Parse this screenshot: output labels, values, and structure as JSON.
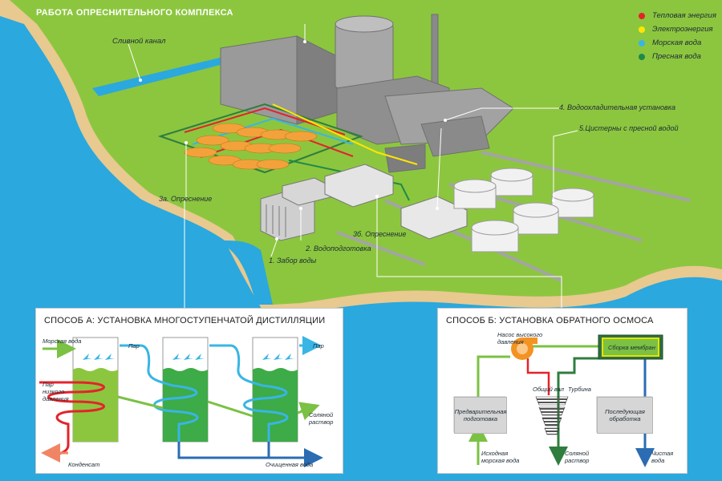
{
  "title": "РАБОТА ОПРЕСНИТЕЛЬНОГО КОМПЛЕКСА",
  "legend": [
    {
      "label": "Тепловая энергия",
      "color": "#e4232a"
    },
    {
      "label": "Электроэнергия",
      "color": "#ffe600"
    },
    {
      "label": "Морская вода",
      "color": "#39b5e5"
    },
    {
      "label": "Пресная вода",
      "color": "#1f8a47"
    }
  ],
  "colors": {
    "sea": "#2ba8de",
    "land": "#8cc63f",
    "sand": "#e8c98f",
    "building": "#9a9a9a",
    "distillation_green": "#3dab47",
    "membrane_frame": "#e8e100"
  },
  "callouts": {
    "drain_channel": "Сливной канал",
    "cooling_unit": "4. Водоохладительная установка",
    "fresh_water_tanks": "5.Цистерны с пресной водой",
    "desalination_a": "3а. Опреснение",
    "desalination_b": "3б. Опреснение",
    "water_preparation": "2. Водоподготовка",
    "water_intake": "1. Забор воды"
  },
  "method_a": {
    "title": "СПОСОБ А: УСТАНОВКА МНОГОСТУПЕНЧАТОЙ ДИСТИЛЛЯЦИИ",
    "sea_water": "Морская вода",
    "steam_in": "Пар низкого давления",
    "steam_1": "Пар",
    "steam_2": "Пар",
    "brine": "Соляной раствор",
    "condensate": "Конденсат",
    "purified": "Очищенная вода"
  },
  "method_b": {
    "title": "СПОСОБ Б: УСТАНОВКА ОБРАТНОГО ОСМОСА",
    "pump": "Насос высокого давления",
    "membrane": "Сборка мембран",
    "shaft": "Общий вал",
    "turbine": "Турбина",
    "pretreatment": "Предварительная подготовка",
    "posttreatment": "Последующая обработка",
    "source_water": "Исходная морская вода",
    "brine": "Соляной раствор",
    "clean_water": "Чистая вода"
  }
}
